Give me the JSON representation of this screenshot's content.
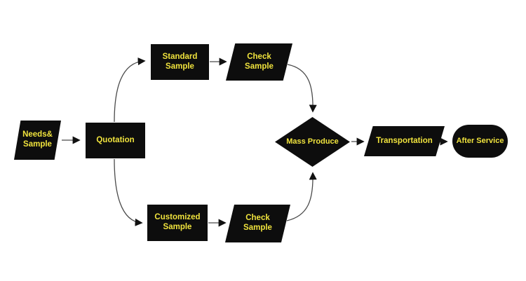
{
  "diagram": {
    "type": "flowchart",
    "colors": {
      "background": "#ffffff",
      "node_fill": "#0d0d0d",
      "label_color": "#f0e33d",
      "edge_stroke": "#4a4a4a",
      "arrow_fill": "#111111"
    },
    "nodes": [
      {
        "id": "needs-sample",
        "shape": "parallelogram",
        "label": "Needs&\nSample"
      },
      {
        "id": "quotation",
        "shape": "rectangle",
        "label": "Quotation"
      },
      {
        "id": "standard-sample",
        "shape": "rectangle",
        "label": "Standard\nSample"
      },
      {
        "id": "check-sample-top",
        "shape": "parallelogram",
        "label": "Check\nSample"
      },
      {
        "id": "customized-sample",
        "shape": "rectangle",
        "label": "Customized\nSample"
      },
      {
        "id": "check-sample-bottom",
        "shape": "parallelogram",
        "label": "Check\nSample"
      },
      {
        "id": "mass-produce",
        "shape": "diamond",
        "label": "Mass Produce"
      },
      {
        "id": "transportation",
        "shape": "parallelogram",
        "label": "Transportation"
      },
      {
        "id": "after-service",
        "shape": "terminator",
        "label": "After Service"
      }
    ],
    "edges": [
      {
        "from": "needs-sample",
        "to": "quotation"
      },
      {
        "from": "quotation",
        "to": "standard-sample"
      },
      {
        "from": "quotation",
        "to": "customized-sample"
      },
      {
        "from": "standard-sample",
        "to": "check-sample-top"
      },
      {
        "from": "customized-sample",
        "to": "check-sample-bottom"
      },
      {
        "from": "check-sample-top",
        "to": "mass-produce"
      },
      {
        "from": "check-sample-bottom",
        "to": "mass-produce"
      },
      {
        "from": "mass-produce",
        "to": "transportation"
      },
      {
        "from": "transportation",
        "to": "after-service"
      }
    ]
  }
}
